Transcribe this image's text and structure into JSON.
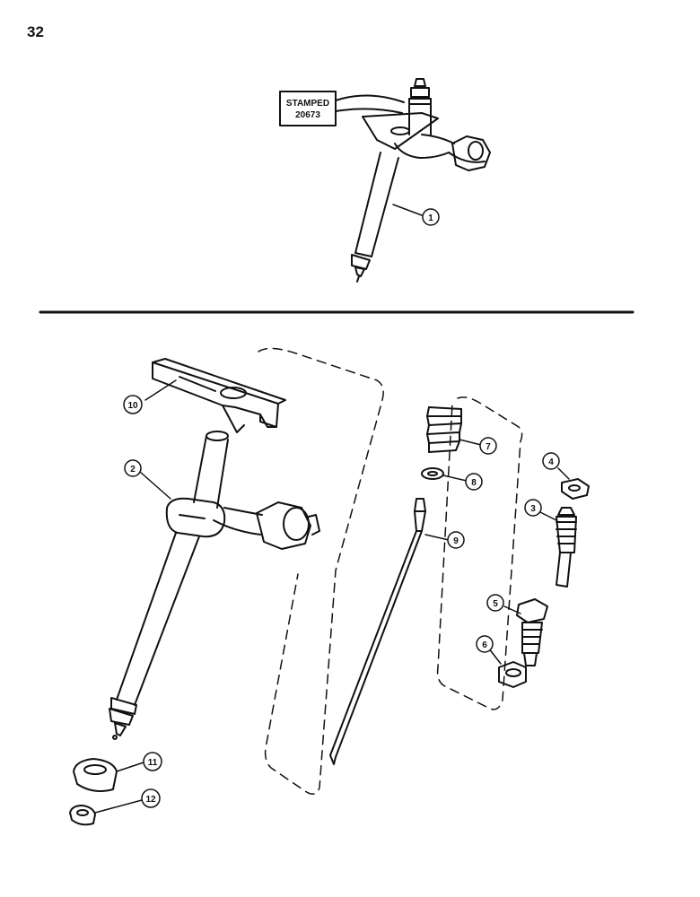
{
  "page": {
    "number": "32"
  },
  "stamp": {
    "line1": "STAMPED",
    "line2": "20673"
  },
  "callouts": {
    "c1": "1",
    "c2": "2",
    "c3": "3",
    "c4": "4",
    "c5": "5",
    "c6": "6",
    "c7": "7",
    "c8": "8",
    "c9": "9",
    "c10": "10",
    "c11": "11",
    "c12": "12"
  }
}
